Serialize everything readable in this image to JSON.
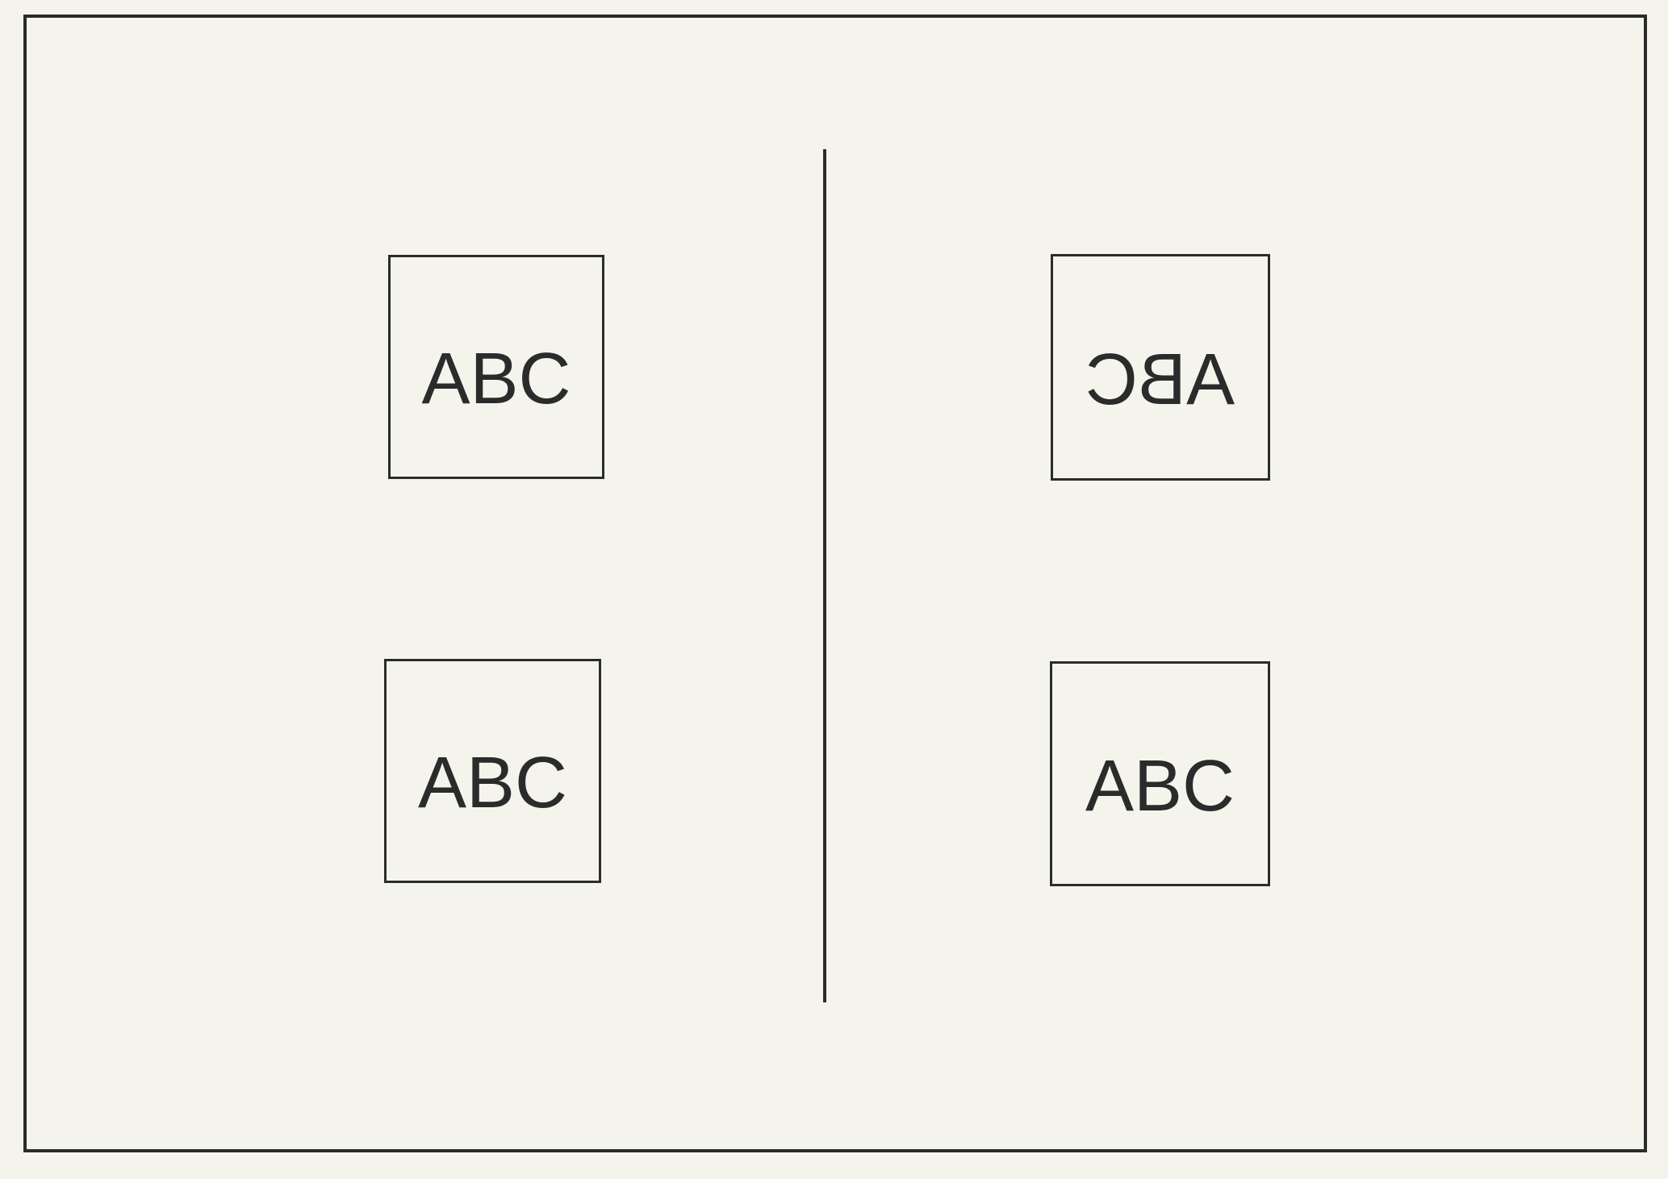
{
  "figure": {
    "left_panel": {
      "top_box": {
        "text": "ABC",
        "mirrored": false
      },
      "bottom_box": {
        "text": "ABC",
        "mirrored": false
      }
    },
    "right_panel": {
      "top_box": {
        "text": "ABC",
        "mirrored": true
      },
      "bottom_box": {
        "text": "ABC",
        "mirrored": false
      }
    }
  },
  "colors": {
    "paper": "#f5f4ec",
    "ink": "#2b2b2b"
  }
}
